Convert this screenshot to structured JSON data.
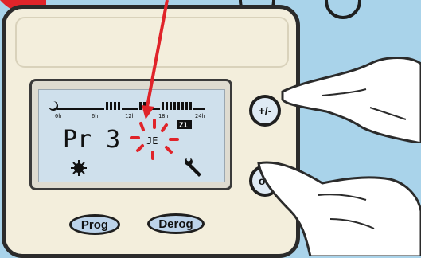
{
  "device": {
    "buttons": {
      "prog_label": "Prog",
      "derog_label": "Derog",
      "plus_minus_label": "+/-",
      "ok_label": "ok"
    },
    "lcd": {
      "program_text": "Pr 3",
      "day_text": "JE",
      "zone_badge": "Z1",
      "hour_labels": [
        "0h",
        "6h",
        "12h",
        "18h",
        "24h"
      ]
    }
  },
  "colors": {
    "background": "#a9d3ea",
    "device_body": "#f3eedc",
    "lcd": "#cfe0ec",
    "arrow": "#e0242a",
    "button_fill": "#bcd3ea"
  },
  "icons": [
    "moon-icon",
    "sun-icon",
    "wrench-icon",
    "blink-rays-icon",
    "red-arrow-icon"
  ]
}
